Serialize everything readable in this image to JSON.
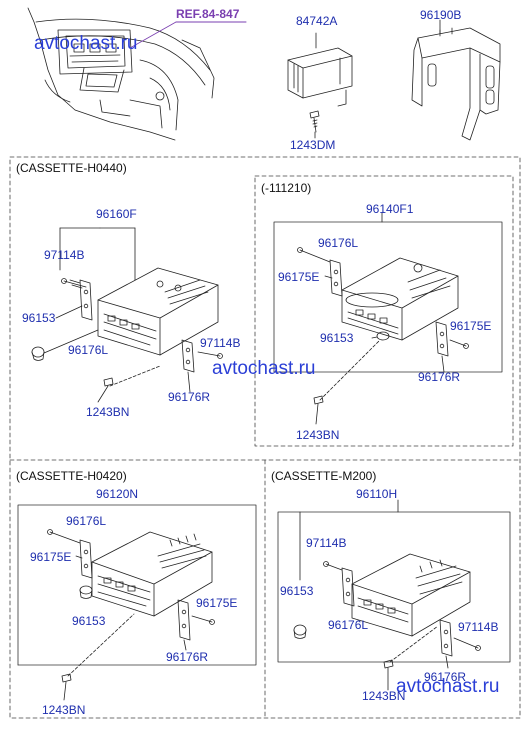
{
  "colors": {
    "label": "#1f2fae",
    "ref": "#7a3fb0",
    "watermark": "#2b3fd6",
    "line": "#222222"
  },
  "ref_link": "REF.84-847",
  "watermarks": [
    "avtochast.ru",
    "avtochast.ru",
    "avtochast.ru"
  ],
  "top": {
    "tray_part": "84742A",
    "bracket_part": "96190B",
    "screw_part": "1243DM"
  },
  "sections": {
    "h0440": {
      "header": "(CASSETTE-H0440)",
      "assembly": "96160F",
      "parts": {
        "bolt_upper": "97114B",
        "knob": "96153",
        "bracket_left": "96176L",
        "bolt_right": "97114B",
        "bracket_right": "96176R",
        "screw": "1243BN"
      }
    },
    "r111210": {
      "header": "(-111210)",
      "assembly": "96140F1",
      "parts": {
        "bracket_left": "96176L",
        "spacer_left": "96175E",
        "knob": "96153",
        "spacer_right": "96175E",
        "bracket_right": "96176R",
        "screw": "1243BN"
      }
    },
    "h0420": {
      "header": "(CASSETTE-H0420)",
      "assembly": "96120N",
      "parts": {
        "bracket_left": "96176L",
        "spacer_left": "96175E",
        "knob": "96153",
        "spacer_right": "96175E",
        "bracket_right": "96176R",
        "screw": "1243BN"
      }
    },
    "m200": {
      "header": "(CASSETTE-M200)",
      "assembly": "96110H",
      "parts": {
        "bolt_left": "97114B",
        "knob": "96153",
        "bracket_left": "96176L",
        "bolt_right": "97114B",
        "bracket_right": "96176R",
        "screw": "1243BN"
      }
    }
  }
}
